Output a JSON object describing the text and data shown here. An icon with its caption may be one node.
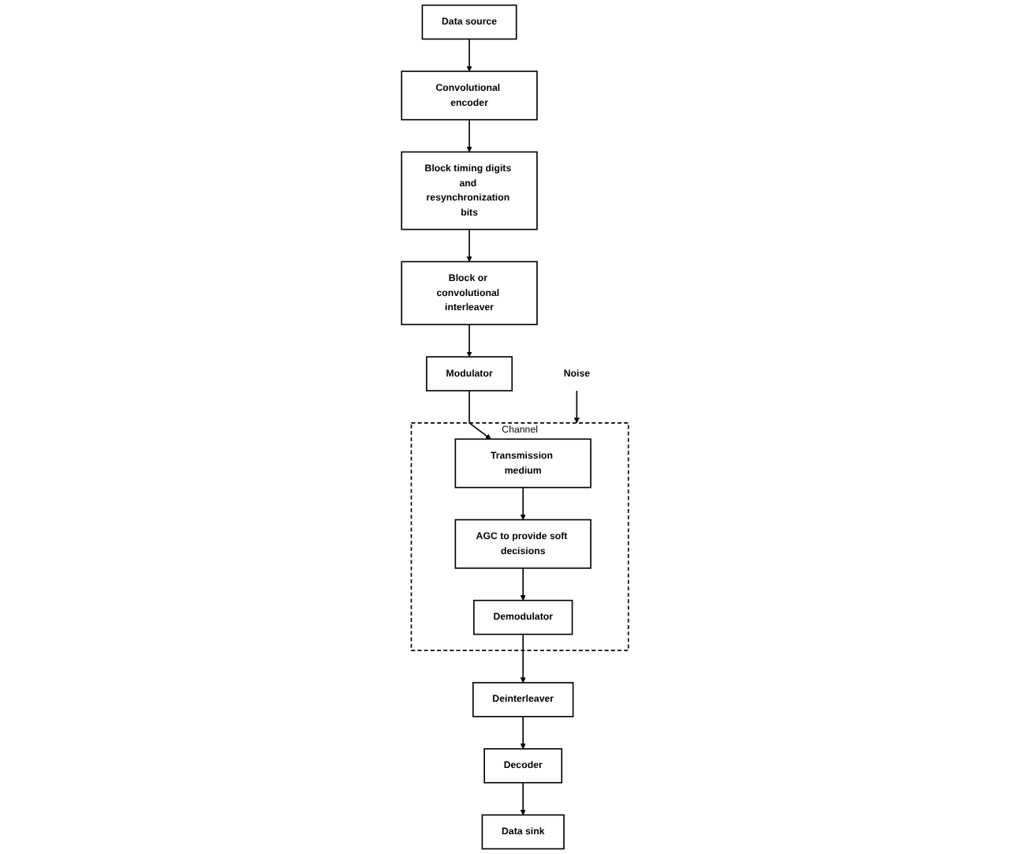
{
  "diagram": {
    "nodes": [
      {
        "text": [
          "Data source"
        ]
      },
      {
        "text": [
          "Convolutional encoder"
        ]
      },
      {
        "text": [
          "Block timing digits and resynchronization bits"
        ]
      },
      {
        "text": [
          "Block or convolutional interleaver"
        ]
      },
      {
        "text": [
          "Modulator"
        ]
      },
      {
        "text": [
          "Noise"
        ]
      },
      {
        "text": [
          "Channel"
        ]
      },
      {
        "text": [
          "Transmission medium"
        ],
        "in": 6
      },
      {
        "text": [
          "AGC to provide soft decisions"
        ],
        "in": 6
      },
      {
        "text": [
          "Demodulator"
        ],
        "in": 6
      },
      {
        "text": [
          "Deinterleaver"
        ]
      },
      {
        "text": [
          "Decoder"
        ]
      },
      {
        "text": [
          "Data sink"
        ]
      }
    ],
    "edges": [
      {
        "from": 0,
        "to": 1,
        "arrow": "to"
      },
      {
        "from": 1,
        "to": 2,
        "arrow": "to"
      },
      {
        "from": 2,
        "to": 3,
        "arrow": "to"
      },
      {
        "from": 3,
        "to": 4,
        "arrow": "to"
      },
      {
        "from": 4,
        "to": 7,
        "arrow": "to"
      },
      {
        "from": 5,
        "to": 6,
        "arrow": "to"
      },
      {
        "from": 7,
        "to": 8,
        "arrow": "to"
      },
      {
        "from": 8,
        "to": 9,
        "arrow": "to"
      },
      {
        "from": 9,
        "to": 10,
        "arrow": "to"
      },
      {
        "from": 10,
        "to": 11,
        "arrow": "to"
      },
      {
        "from": 11,
        "to": 12,
        "arrow": "to"
      }
    ]
  }
}
